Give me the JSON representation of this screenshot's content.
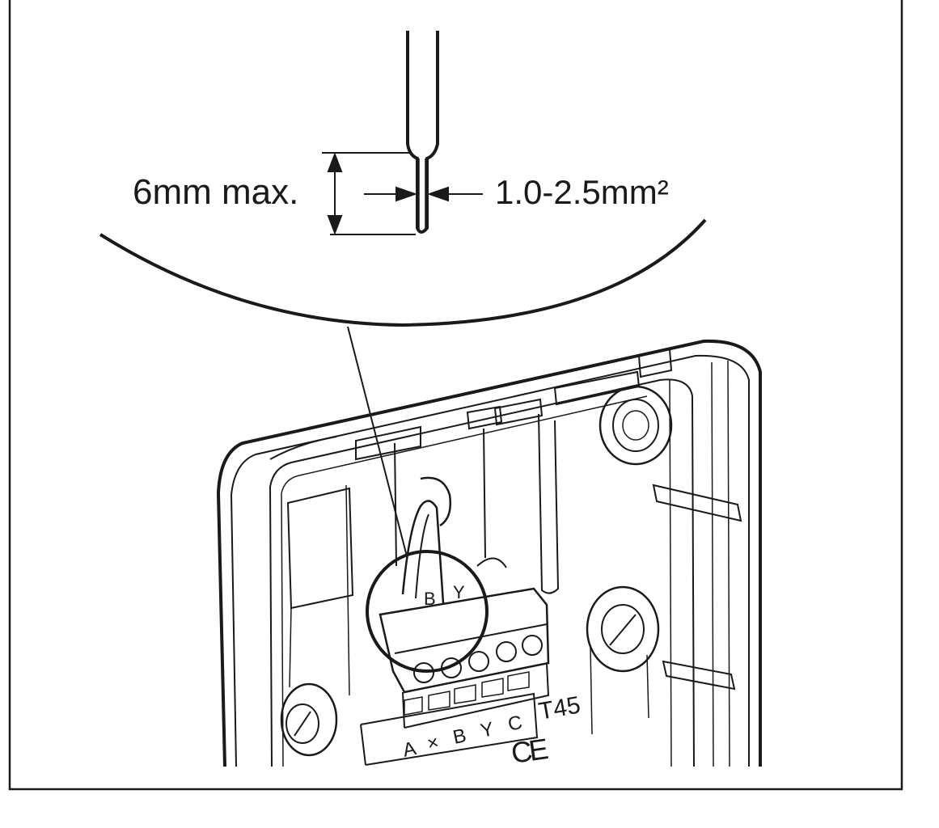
{
  "labels": {
    "strip_length": "6mm max.",
    "wire_size": "1.0-2.5mm²",
    "model": "T45",
    "terminal_a": "A",
    "terminal_x": "×",
    "terminal_b": "B",
    "terminal_y": "Y",
    "terminal_c": "C",
    "wire_b": "B",
    "wire_y": "Y",
    "ce_mark": "CE"
  },
  "colors": {
    "ink": "#1a1a1a",
    "paper": "#ffffff"
  }
}
